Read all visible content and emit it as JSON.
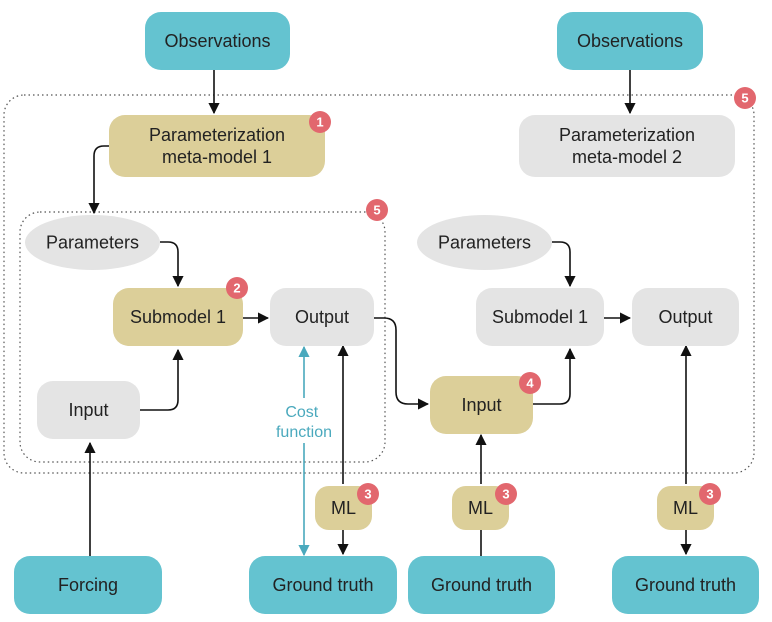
{
  "colors": {
    "teal": "#64c3d0",
    "tan": "#dccf99",
    "grey": "#e4e4e4",
    "badge": "#e2676e",
    "cost": "#4aa9bd"
  },
  "nodes": {
    "observations_1": "Observations",
    "observations_2": "Observations",
    "meta_model_1": [
      "Parameterization",
      "meta-model 1"
    ],
    "meta_model_2": [
      "Parameterization",
      "meta-model 2"
    ],
    "parameters_1": "Parameters",
    "parameters_2": "Parameters",
    "submodel_1": "Submodel 1",
    "submodel_2": "Submodel 1",
    "output_1": "Output",
    "output_2": "Output",
    "input_1": "Input",
    "input_2": "Input",
    "ml_1": "ML",
    "ml_2": "ML",
    "ml_3": "ML",
    "forcing": "Forcing",
    "ground_truth_1": "Ground truth",
    "ground_truth_2": "Ground truth",
    "ground_truth_3": "Ground truth"
  },
  "cost_function": [
    "Cost",
    "function"
  ],
  "badges": {
    "meta_model_1": "1",
    "submodel_1": "2",
    "ml_1": "3",
    "ml_2": "3",
    "ml_3": "3",
    "input_2": "4",
    "outer_region": "5",
    "inner_region": "5"
  }
}
